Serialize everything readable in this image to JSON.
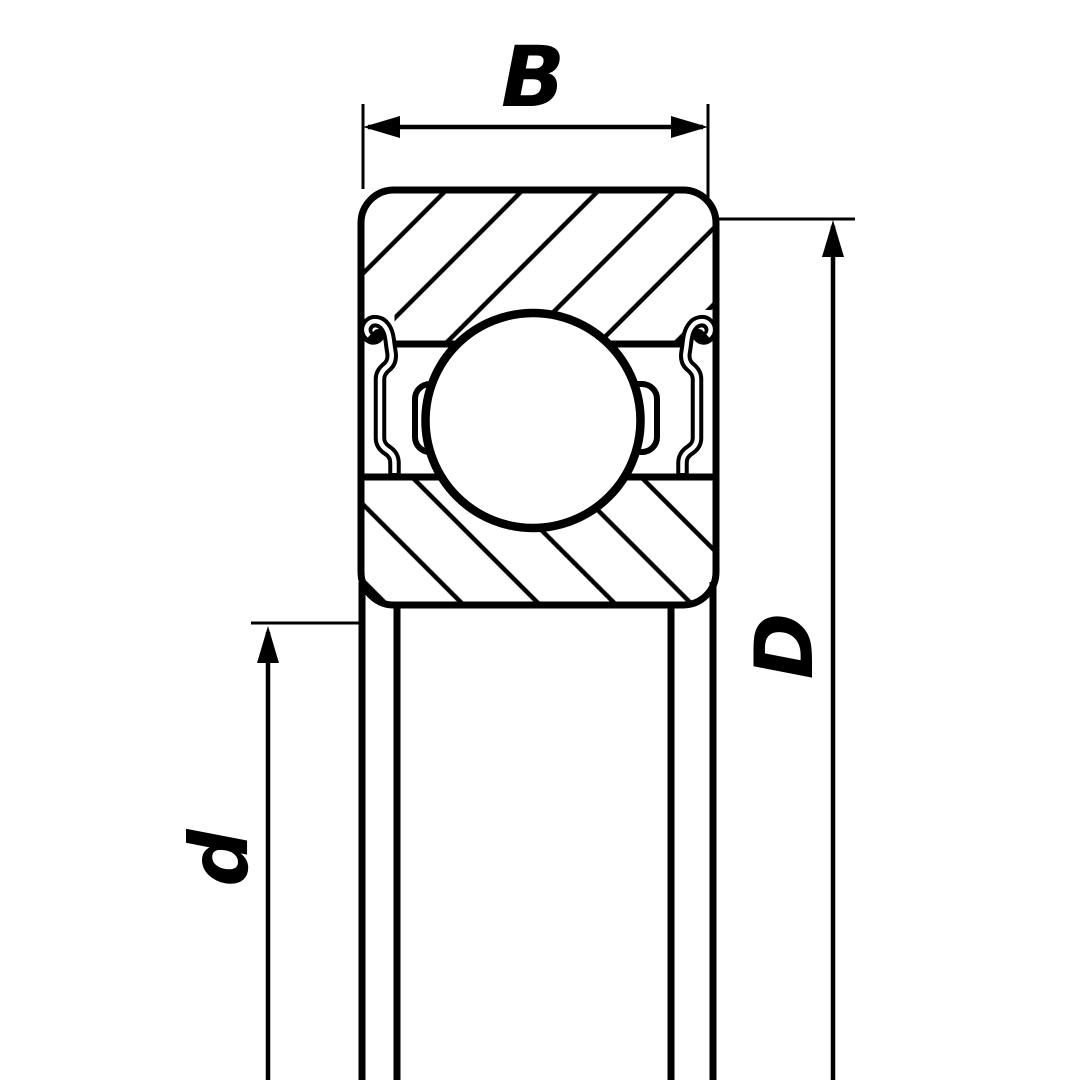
{
  "drawing": {
    "kind": "ball-bearing-cross-section",
    "background": "#ffffff",
    "ink": "#000000",
    "dimension_labels": {
      "width": "B",
      "outer_diameter": "D",
      "bore_diameter": "d"
    }
  }
}
